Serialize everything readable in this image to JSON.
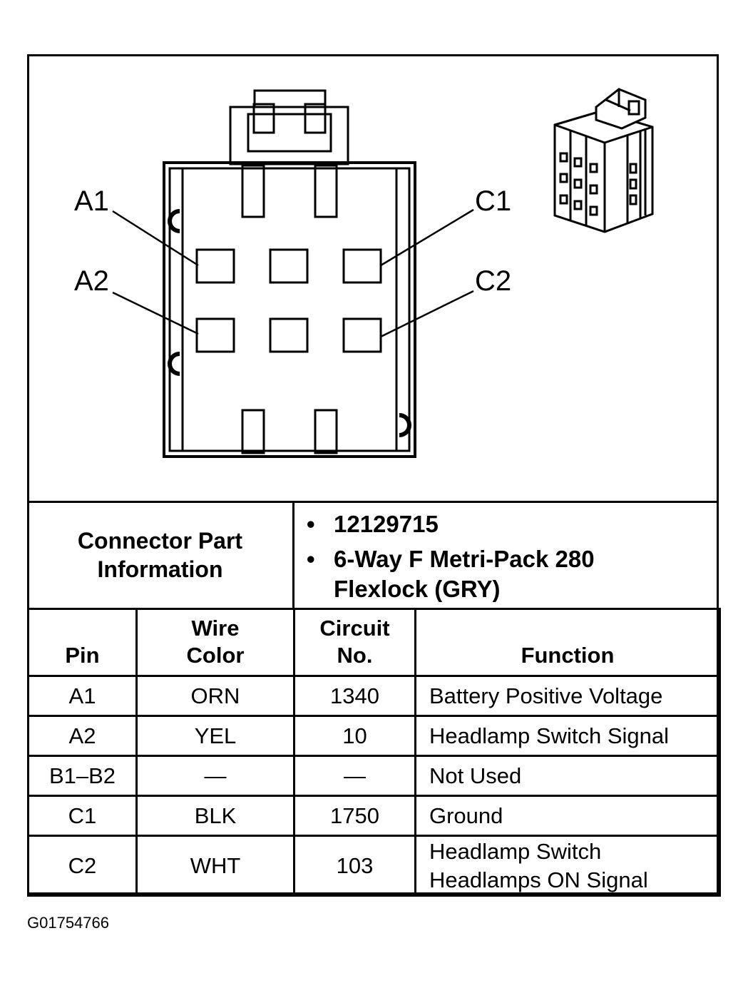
{
  "diagram": {
    "callouts": {
      "a1": "A1",
      "a2": "A2",
      "c1": "C1",
      "c2": "C2"
    },
    "icons": [
      "connector-face-view",
      "connector-iso-view"
    ]
  },
  "connector_info": {
    "label_line1": "Connector Part",
    "label_line2": "Information",
    "part_number": "12129715",
    "description_line1": "6-Way F Metri-Pack 280",
    "description_line2": "Flexlock (GRY)",
    "bullet": "•"
  },
  "table": {
    "headers": {
      "pin": "Pin",
      "wire_color_line1": "Wire",
      "wire_color_line2": "Color",
      "circuit_line1": "Circuit",
      "circuit_line2": "No.",
      "function": "Function"
    },
    "rows": [
      {
        "pin": "A1",
        "color": "ORN",
        "circuit": "1340",
        "function": "Battery Positive Voltage",
        "function2": ""
      },
      {
        "pin": "A2",
        "color": "YEL",
        "circuit": "10",
        "function": "Headlamp Switch Signal",
        "function2": ""
      },
      {
        "pin": "B1–B2",
        "color": "—",
        "circuit": "—",
        "function": "Not Used",
        "function2": ""
      },
      {
        "pin": "C1",
        "color": "BLK",
        "circuit": "1750",
        "function": "Ground",
        "function2": ""
      },
      {
        "pin": "C2",
        "color": "WHT",
        "circuit": "103",
        "function": "Headlamp Switch",
        "function2": "Headlamps ON Signal"
      }
    ]
  },
  "figure_id": "G01754766"
}
